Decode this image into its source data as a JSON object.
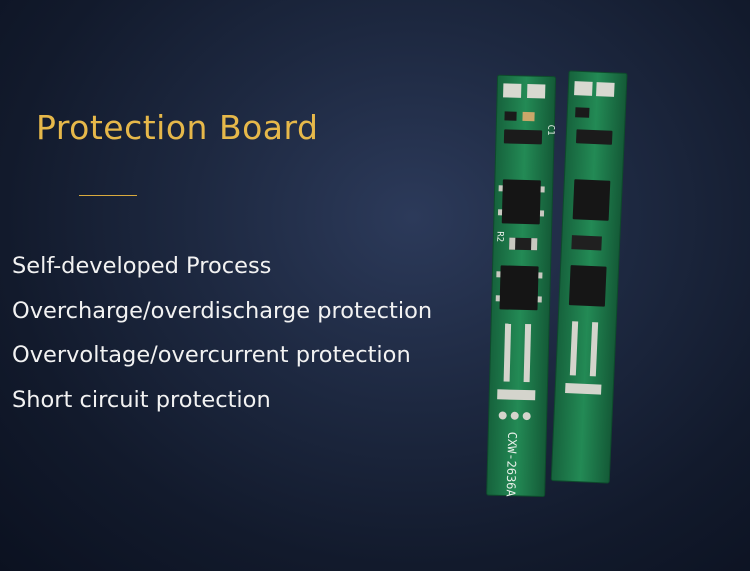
{
  "banner": {
    "title": "Protection Board",
    "features": [
      "Self-developed Process",
      "Overcharge/overdischarge protection",
      "Overvoltage/overcurrent protection",
      "Short circuit protection"
    ]
  },
  "board": {
    "part_label": "CXW-2636A",
    "designators": [
      "C1",
      "R2"
    ]
  },
  "colors": {
    "title": "#e6b84a",
    "accent_line": "#d9aa3e",
    "pcb": "#1f7a4c",
    "text": "#f2f2f2"
  }
}
